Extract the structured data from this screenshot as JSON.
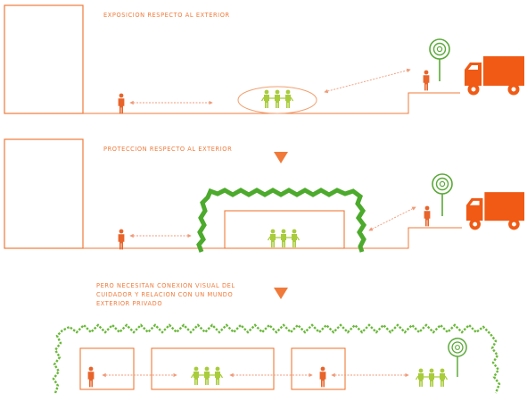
{
  "captions": {
    "exposure": "EXPOSICION RESPECTO AL EXTERIOR",
    "protection": "PROTECCION RESPECTO AL EXTERIOR",
    "need_line1": "PERO NECESITAN CONEXION VISUAL DEL",
    "need_line2": "CUIDADOR Y RELACION CON UN MUNDO",
    "need_line3": "EXTERIOR PRIVADO"
  },
  "colors": {
    "accent": "#f07a3a",
    "truck": "#f05a14",
    "person": "#e8642a",
    "children": "#a8cc3c",
    "hedge": "#4caa2c",
    "tree": "#5aa838",
    "arrow": "#f09a78"
  },
  "icons": [
    "person-icon",
    "children-group-icon",
    "tree-icon",
    "truck-icon",
    "hedge-icon",
    "arrow-down-icon"
  ]
}
